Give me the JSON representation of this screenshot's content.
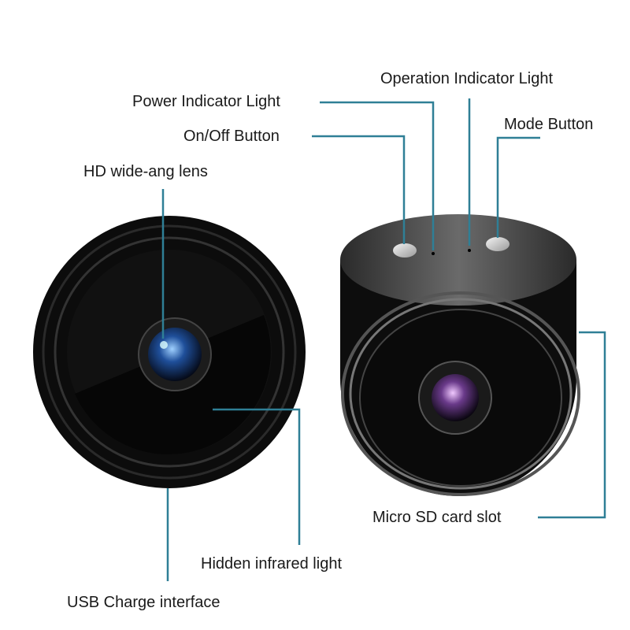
{
  "colors": {
    "leader_line": "#2f7f96",
    "device_body": "#101010",
    "text": "#1a1a1a"
  },
  "labels": {
    "operation_indicator": "Operation Indicator Light",
    "power_indicator": "Power Indicator Light",
    "on_off_button": "On/Off Button",
    "mode_button": "Mode Button",
    "hd_lens": "HD wide-ang lens",
    "infrared": "Hidden infrared light",
    "usb": "USB Charge interface",
    "sd_slot": "Micro SD card slot"
  }
}
